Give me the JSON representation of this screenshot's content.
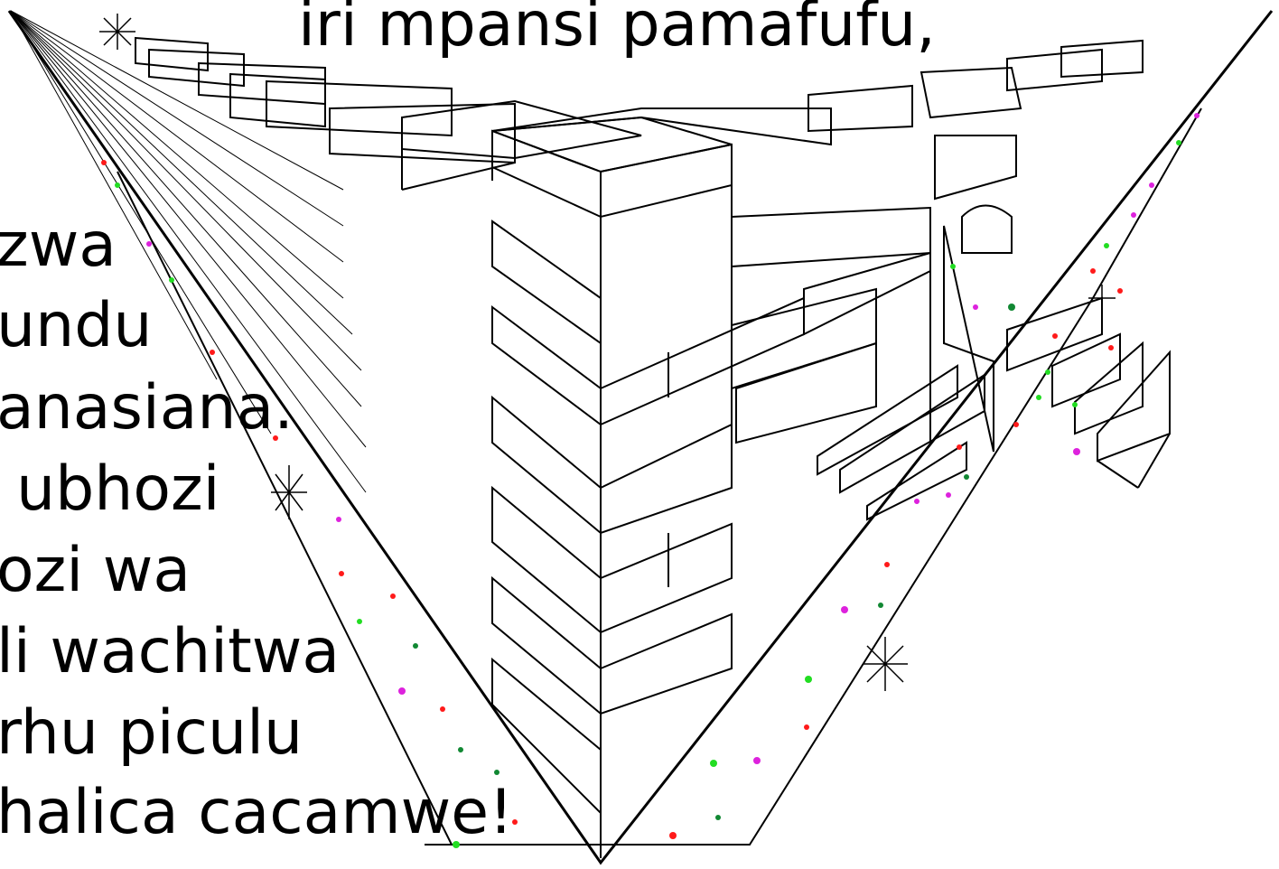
{
  "caption": {
    "top": "iri mpansi pamafufu,",
    "left_lines": [
      "zwa",
      "undu",
      "anasiana.",
      "ubhozi",
      "ozi wa",
      "li wachitwa",
      "rhu piculu",
      "halica cacamwe!"
    ]
  },
  "colors": {
    "line": "#000000",
    "background": "#ffffff",
    "dot_red": "#ff1a1a",
    "dot_green": "#22dd22",
    "dot_magenta": "#dd22dd",
    "dot_darkgreen": "#118833"
  }
}
